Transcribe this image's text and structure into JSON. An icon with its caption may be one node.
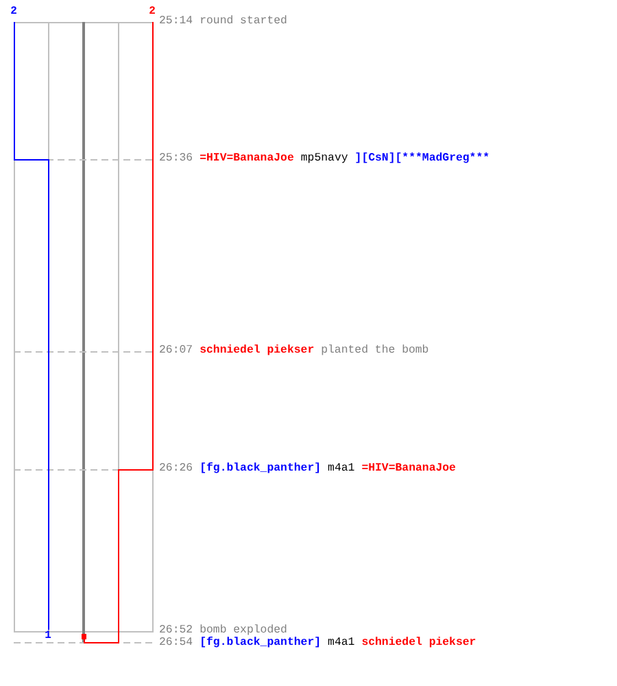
{
  "diagram": {
    "labels": [
      "2",
      "2",
      "25:14",
      "round started",
      "25:36",
      "=HIV=BananaJoe",
      "mp5navy",
      "][CsN][***MadGreg***",
      "26:07",
      "schniedel piekser",
      "planted the bomb",
      "26:26",
      "[fg.black_panther]",
      "m4a1",
      "=HIV=BananaJoe",
      "1",
      "26:52",
      "bomb exploded",
      "26:54",
      "[fg.black_panther]",
      "m4a1",
      "schniedel piekser"
    ]
  }
}
